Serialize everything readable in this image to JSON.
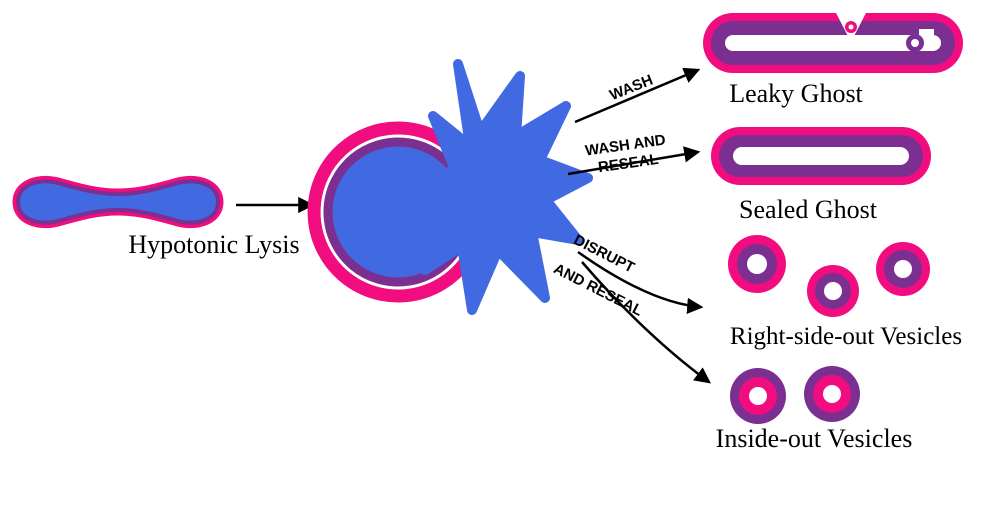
{
  "diagram": {
    "process_label": "Hypotonic Lysis",
    "arrows": {
      "wash": "WASH",
      "wash_and_reseal_line1": "WASH AND",
      "wash_and_reseal_line2": "RESEAL",
      "disrupt_line1": "DISRUPT",
      "disrupt_line2": "AND RESEAL"
    },
    "products": {
      "leaky_ghost": "Leaky Ghost",
      "sealed_ghost": "Sealed Ghost",
      "right_side_out_vesicles": "Right-side-out Vesicles",
      "inside_out_vesicles": "Inside-out Vesicles"
    },
    "colors": {
      "membrane_pink": "#F10D7F",
      "membrane_purple": "#7B2F90",
      "cytoplasm_blue": "#4169E1",
      "text_black": "#000000",
      "background_white": "#FFFFFF"
    }
  }
}
